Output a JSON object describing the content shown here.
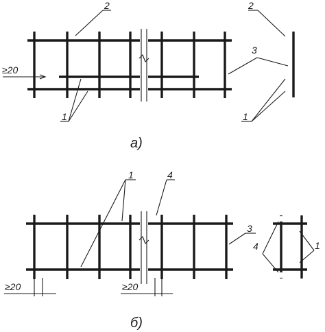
{
  "figure_a": {
    "caption": "а)",
    "labels": {
      "longitudinal_bar": "1",
      "cross_bar": "2",
      "cage": "3",
      "spacing": "≥20"
    }
  },
  "figure_b": {
    "caption": "б)",
    "labels": {
      "longitudinal_bar": "1",
      "cage": "3",
      "spacer": "4",
      "spacing": "≥20"
    }
  }
}
